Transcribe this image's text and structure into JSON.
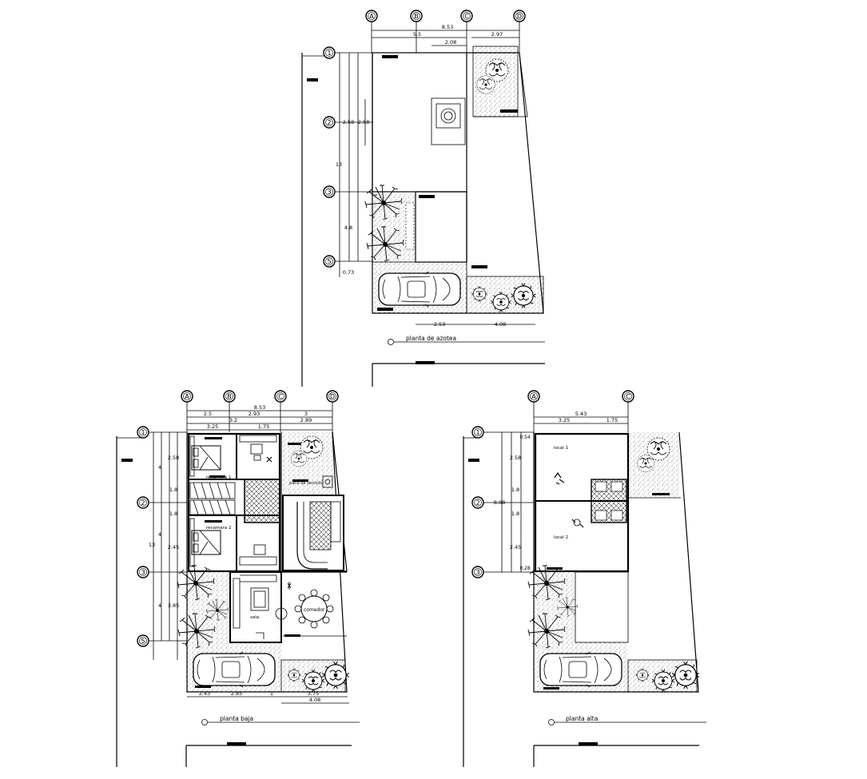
{
  "sheet": {
    "title_labels": {
      "roof": "planta de azotea",
      "ground": "planta baja",
      "upper": "planta alta"
    },
    "grid_axes": {
      "roof_cols": [
        "A",
        "B",
        "C",
        "D"
      ],
      "roof_rows": [
        "1",
        "2",
        "3",
        "5"
      ],
      "ground_cols": [
        "A",
        "B",
        "C",
        "D"
      ],
      "ground_rows": [
        "1",
        "2",
        "3",
        "5"
      ],
      "upper_cols": [
        "A",
        "C"
      ],
      "upper_rows": [
        "1",
        "2",
        "3"
      ]
    },
    "roof_dims": {
      "total_top": "8.53",
      "top_b": "5.5",
      "top_c": "2.08",
      "top_d": "2.97",
      "left_total": "13",
      "left_mid": "2.58",
      "left_mid2": "2.58",
      "left_low": "4.8",
      "left_small": "0.73",
      "bottom_a": "2.53",
      "bottom_b": "4.08"
    },
    "ground_dims": {
      "total_top": "8.53",
      "top_a": "2.5",
      "top_b": "2.93",
      "top_c": "3",
      "top2_a": "3.25",
      "top2_b": "3.2",
      "top2_c": "1.75",
      "top2_d": "2.89",
      "left_total": "13",
      "left_a": "4",
      "left_b": "4",
      "left_c": "4",
      "left_r1": "2.58",
      "left_r2": "1.8",
      "left_r3": "1.8",
      "left_r4": "2.45",
      "left_r5": "3.85",
      "bottom_a": "2.43",
      "bottom_b": "2.85",
      "bottom_c": "1",
      "bottom_d": "3.75",
      "bottom_e": "4.08"
    },
    "ground_rooms": {
      "bed1": "recamara 1",
      "bed2": "recamara 2",
      "living": "sala",
      "dining": "comedor",
      "service": "patio de servicio"
    },
    "upper_dims": {
      "total_top": "5.43",
      "top_a": "3.25",
      "top_b": "1.75",
      "left_r0": "0.54",
      "left_r1": "2.58",
      "left_r2": "1.8",
      "left_r3": "1.8",
      "left_r4": "2.45",
      "left_r5": "0.28",
      "mid_label": "8.08"
    },
    "upper_rooms": {
      "local1": "local 1",
      "local2": "local 2"
    }
  }
}
